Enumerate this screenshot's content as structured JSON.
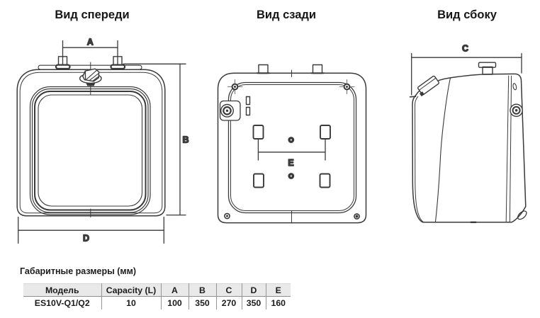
{
  "views": {
    "front": {
      "title": "Вид спереди"
    },
    "rear": {
      "title": "Вид сзади"
    },
    "side": {
      "title": "Вид сбоку"
    }
  },
  "dimension_labels": {
    "a": "A",
    "b": "B",
    "c": "C",
    "d": "D",
    "e": "E"
  },
  "table": {
    "note": "Габаритные размеры (мм)",
    "headers": [
      "Модель",
      "Capacity (L)",
      "A",
      "B",
      "C",
      "D",
      "E"
    ],
    "rows": [
      [
        "ES10V-Q1/Q2",
        "10",
        "100",
        "350",
        "270",
        "350",
        "160"
      ]
    ]
  },
  "colors": {
    "line": "#3a3a3a",
    "dim_line": "#3f3f3f",
    "table_header_bg": "#e9e9e9",
    "table_border": "#969696",
    "text": "#1c1c1c"
  }
}
